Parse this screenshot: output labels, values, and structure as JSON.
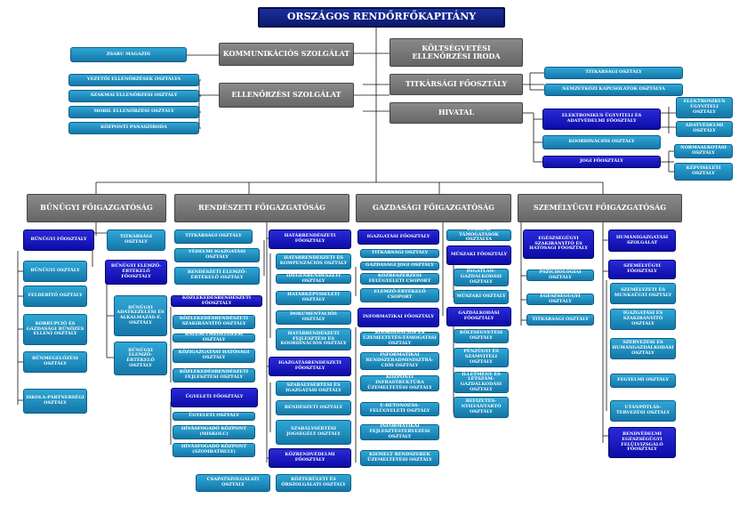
{
  "top": "ORSZÁGOS RENDŐRFŐKAPITÁNY",
  "kommunikacios": "KOMMUNIKÁCIÓS SZOLGÁLAT",
  "zsaru": "ZSARU MAGAZIN",
  "ellenorzesi": "ELLENŐRZÉSI SZOLGÁLAT",
  "ellenorzesi_items": [
    "VEZETŐI ELLENŐRZÉSEK OSZTÁLYA",
    "SZAKMAI ELLENŐRZÉSI OSZTÁLY",
    "MOBIL ELLENŐRZÉSI OSZTÁLY",
    "KÖZPONTI PANASZIRODA"
  ],
  "koltsegvetesi": "KÖLTSÉGVETÉSI ELLENŐRZÉSI IRODA",
  "titkarsagi_fo": "TITKÁRSÁGI FŐOSZTÁLY",
  "titkarsagi_fo_items": [
    "TITKÁRSÁGI OSZTÁLY",
    "NEMZETKÖZI KAPCSOLATOK OSZTÁLYA"
  ],
  "hivatal": "HIVATAL",
  "elektronikus_fo": "ELEKTRONIKUS ÜGYVITELI ÉS ADATVÉDELMI FŐOSZTÁLY",
  "elektronikus_items": [
    "ELEKTRONIKUS ÜGYVITELI OSZTÁLY",
    "ADATVÉDELMI OSZTÁLY"
  ],
  "koordinacios": "KOORDINÁCIÓS OSZTÁLY",
  "jogi_fo": "JOGI FŐOSZTÁLY",
  "jogi_items": [
    "NORMAALKOTÁSI OSZTÁLY",
    "KÉPVISELETI OSZTÁLY"
  ],
  "directorates": [
    "BŰNÜGYI FŐIGAZGATÓSÁG",
    "RENDÉSZETI FŐIGAZGATÓSÁG",
    "GAZDASÁGI FŐIGAZGATÓSÁG",
    "SZEMÉLYÜGYI FŐIGAZGATÓSÁG"
  ],
  "bunugyi": {
    "fo": "BŰNÜGYI FŐOSZTÁLY",
    "left": [
      "BŰNÜGYI OSZTÁLY",
      "FELDERÍTŐ OSZTÁLY",
      "KORRUPCIÓ ÉS GAZDASÁGI BŰNÖZÉS ELLENI OSZTÁLY",
      "BŰNMEGELŐZÉSI OSZTÁLY",
      "ISKOLA-PARTNERSÉGI OSZTÁLY"
    ],
    "titkarsagi": "TITKÁRSÁGI OSZTÁLY",
    "elemzo_fo": "BŰNÜGYI ELEMZŐ-ÉRTÉKELŐ FŐOSZTÁLY",
    "elemzo_items": [
      "BŰNÜGYI ADATKEZELÉSI ÉS ALKALMAZÁS-F. OSZTÁLY",
      "BŰNÜGYI ELEMZŐ-ÉRTÉKELŐ OSZTÁLY"
    ]
  },
  "rendeszeti": {
    "left_top": [
      "TITKÁRSÁGI OSZTÁLY",
      "VÉDELMI IGAZGATÁSI OSZTÁLY",
      "RENDÉSZETI ELEMZŐ-ÉRTÉKELŐ OSZTÁLY"
    ],
    "kozlekedes_fo": "KÖZLEKEDÉSRENDÉSZETI FŐOSZTÁLY",
    "kozlekedes_items": [
      "KÖZLEKEDÉSRENDÉSZETI SZAKIRÁNYÍTÓ OSZTÁLY",
      "BALESETMEGELŐZÉSI OSZTÁLY",
      "KÖZIGAZGATÁSI HATÓSÁGI OSZTÁLY",
      "KÖZLEKEDÉSRENDÉSZETI FEJLESZTÉSI OSZTÁLY"
    ],
    "ugyeleti_fo": "ÜGYELETI FŐOSZTÁLY",
    "ugyeleti_items": [
      "ÜGYELETI OSZTÁLY",
      "HÍVÁSFOGADÓ KÖZPONT (MISKOLC)",
      "HÍVÁSFOGADÓ KÖZPONT (SZOMBATHELY)"
    ],
    "csapat": "CSAPATSZOLGÁLATI OSZTÁLY",
    "hatar_fo": "HATÁRRENDÉSZETI FŐOSZTÁLY",
    "hatar_items": [
      "HATÁRRENDÉSZETI ÉS KOMPENZÁCIÓS OSZTÁLY",
      "IDEGENRENDÉSZETI OSZTÁLY",
      "HATÁRKÉPVISELETI OSZTÁLY",
      "DOKUMENTÁCIÓS OSZTÁLY",
      "HATÁRRENDÉSZETI FEJLESZTÉSI ÉS KOORDINÁCIÓS OSZTÁLY"
    ],
    "igazgatas_fo": "IGAZGATÁSRENDÉSZETI FŐOSZTÁLY",
    "igazgatas_items": [
      "SZABÁLYSÉRTÉSI ÉS IGAZGATÁSI OSZTÁLY",
      "RENDÉSZETI OSZTÁLY",
      "SZABÁLYSÉRTÉSI JOGSEGÉLY OSZTÁLY"
    ],
    "kozrend_fo": "KÖZRENDVÉDELMI FŐOSZTÁLY",
    "kozrend_items": [
      "KÖZTERÜLETI ÉS ŐRSZOLGÁLATI OSZTÁLY"
    ]
  },
  "gazdasagi": {
    "igazgatasi_fo": "IGAZGATÁSI FŐOSZTÁLY",
    "igazgatasi_items": [
      "TITKÁRSÁGI OSZTÁLY",
      "GAZDASÁGI JOGI OSZTÁLY",
      "KÖZBESZERZÉSI FELÜGYELETI CSOPORT",
      "ELEMZŐ-ÉRTÉKELŐ CSOPORT"
    ],
    "europai": "EURÓPAI TÁMOGATÁSOK OSZTÁLYA",
    "muszaki_fo": "MŰSZAKI FŐOSZTÁLY",
    "muszaki_items": [
      "INGATLAN-GAZDÁLKODÁSI OSZTÁLY",
      "MŰSZAKI OSZTÁLY"
    ],
    "informatikai_fo": "INFORMATIKAI FŐOSZTÁLY",
    "informatikai_items": [
      "KOORDINÁCIÓS ÉS ÜZEMELTETÉS-TÁMOGATÁSI OSZTÁLY",
      "INFORMATIKAI RENDSZERADMINISZTRÁ-CIÓS OSZTÁLY",
      "KÖZPONTI INFRASTRUKTÚRA ÜZEMELTETÉSI OSZTÁLY",
      "E-BETONOZÁS-FELÜGYELETI OSZTÁLY",
      "INFORMATIKAI FEJLESZTÉSTERVEZÉSI OSZTÁLY",
      "KIEMELT RENDSZEREK ÜZEMELTETÉSI OSZTÁLY"
    ],
    "gazdalkodasi_fo": "GAZDÁLKODÁSI FŐOSZTÁLY",
    "gazdalkodasi_items": [
      "KÖLTSÉGVETÉSI OSZTÁLY",
      "PÉNZÜGYI ÉS SZÁMVITELI OSZTÁLY",
      "ILLETMÉNY ÉS LÉTSZÁM-GAZDÁLKODÁSI OSZTÁLY",
      "BEFIZETÉS-NYILVÁNTARTÓ OSZTÁLY"
    ]
  },
  "szemelyugyi": {
    "egeszseg_fo": "EGÉSZSÉGÜGYI SZAKIRÁNYÍTÓ ÉS HATÓSÁGI FŐOSZTÁLY",
    "egeszseg_items": [
      "PSZICHOLÓGIAI OSZTÁLY",
      "EGÉSZSÉGÜGYI OSZTÁLY"
    ],
    "titkarsagi": "TITKÁRSÁGI OSZTÁLY",
    "human_fo": "HUMÁNIGAZGATÁSI SZOLGÁLAT",
    "szemely_fo": "SZEMÉLYÜGYI FŐOSZTÁLY",
    "szemely_items": [
      "SZEMÉLYZETI ÉS MUNKAÜGYI OSZTÁLY",
      "IGAZGATÁSI ÉS SZAKIRÁNYÍTÓ OSZTÁLY",
      "SZERVEZÉSI ÉS HUMÁNGAZDÁLKODÁSI OSZTÁLY",
      "FEGYELMI OSZTÁLY",
      "UTÁNPÓTLÁS-TERVEZÉSI OSZTÁLY"
    ],
    "rendvedelmi": "RENDVÉDELMI EGÉSZSÉGÜGYI FELÜLVIZSGÁLÓ FŐOSZTÁLY"
  }
}
